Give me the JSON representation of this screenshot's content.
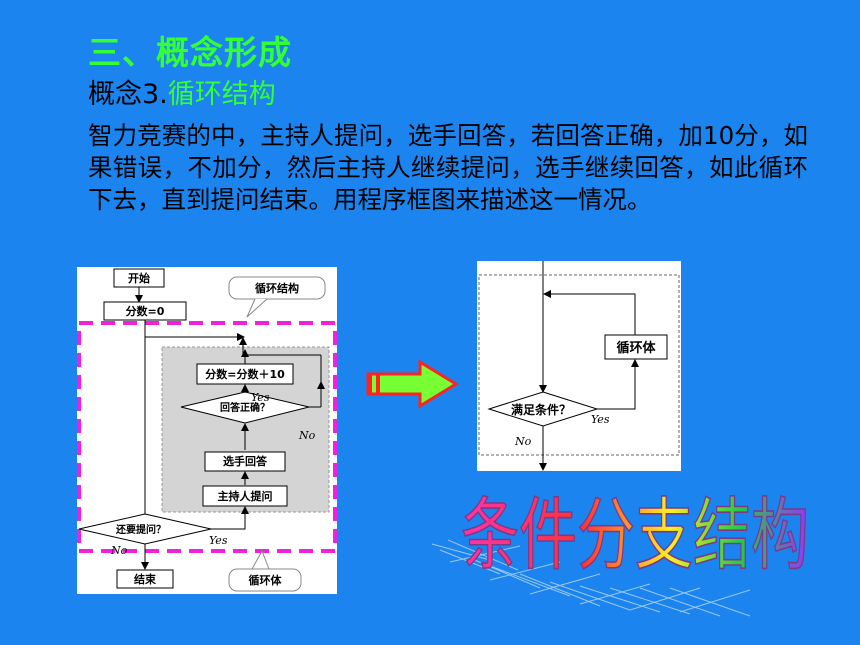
{
  "header": {
    "title": "三、概念形成",
    "subtitle_prefix": "概念3.",
    "subtitle_highlight": "循环结构"
  },
  "paragraph": "智力竞赛的中，主持人提问，选手回答，若回答正确，加10分，如果错误，不加分，然后主持人继续提问，选手继续回答，如此循环下去，直到提问结束。用程序框图来描述这一情况。",
  "flowchart_left": {
    "start": "开始",
    "init": "分数=0",
    "callout_top": "循环结构",
    "update": "分数=分数＋10",
    "yes_inner": "Yes",
    "decision_inner": "回答正确？",
    "no_inner": "No",
    "answer": "选手回答",
    "ask": "主持人提问",
    "decision_outer": "还要提问？",
    "yes_outer": "Yes",
    "no_outer": "No",
    "end": "结束",
    "callout_bottom": "循环体"
  },
  "flowchart_right": {
    "body": "循环体",
    "decision": "满足条件？",
    "yes": "Yes",
    "no": "No"
  },
  "wordart": "条件分支结构",
  "colors": {
    "background": "#1b84ee",
    "title_green": "#33ff33",
    "dashed_magenta": "#ee22dd",
    "arrow_red": "#ff2222",
    "arrow_green": "#77ff33"
  }
}
